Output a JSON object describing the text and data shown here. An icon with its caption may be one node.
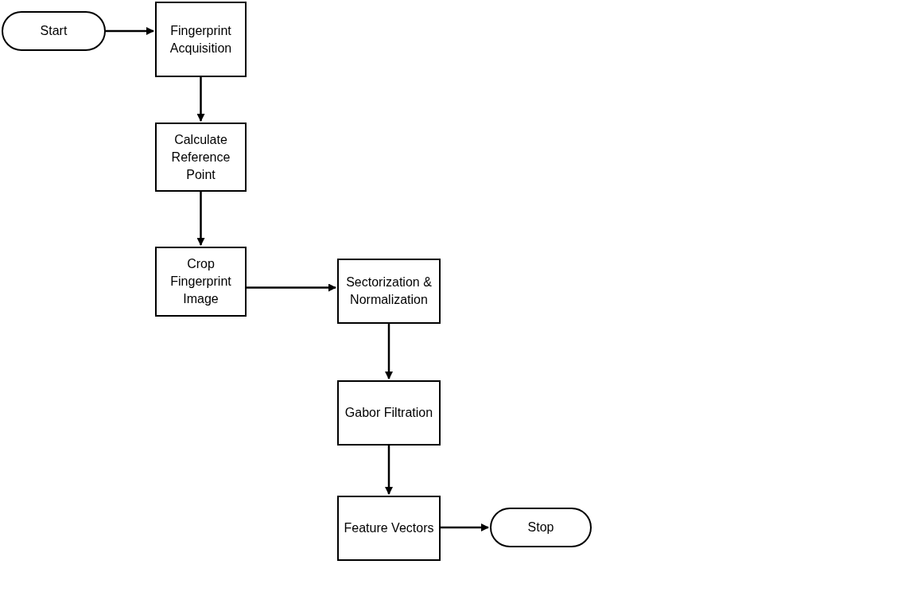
{
  "diagram": {
    "nodes": [
      {
        "text": [
          "Start"
        ]
      },
      {
        "text": [
          "Fingerprint Acquisition"
        ]
      },
      {
        "text": [
          "Calculate Reference Point"
        ]
      },
      {
        "text": [
          "Crop Fingerprint Image"
        ]
      },
      {
        "text": [
          "Sectorization & Normalization"
        ]
      },
      {
        "text": [
          "Gabor Filtration"
        ]
      },
      {
        "text": [
          "Feature Vectors"
        ]
      },
      {
        "text": [
          "Stop"
        ]
      }
    ],
    "edges": [
      {
        "from": 0,
        "to": 1,
        "arrow": "to"
      },
      {
        "from": 1,
        "to": 2,
        "arrow": "to"
      },
      {
        "from": 2,
        "to": 3,
        "arrow": "to"
      },
      {
        "from": 3,
        "to": 4,
        "arrow": "to"
      },
      {
        "from": 4,
        "to": 5,
        "arrow": "to"
      },
      {
        "from": 5,
        "to": 6,
        "arrow": "to"
      },
      {
        "from": 6,
        "to": 7,
        "arrow": "to"
      }
    ]
  }
}
